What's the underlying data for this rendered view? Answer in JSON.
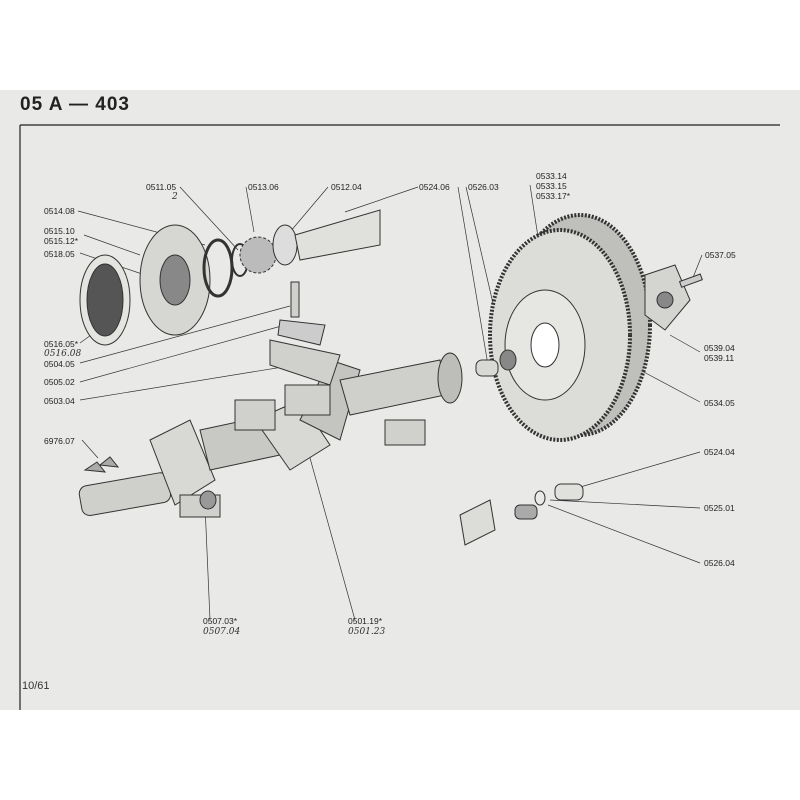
{
  "header": {
    "title": "05 A — 403",
    "folio": "10/61"
  },
  "labels": {
    "l0511": "0511.05",
    "l0511_hw": "2",
    "l0513": "0513.06",
    "l0512": "0512.04",
    "l0524_06": "0524.06",
    "l0526_03": "0526.03",
    "l0533a": "0533.14",
    "l0533b": "0533.15",
    "l0533c": "0533.17*",
    "l0514": "0514.08",
    "l0515a": "0515.10",
    "l0515b": "0515.12*",
    "l0518": "0518.05",
    "l0516a": "0516.05*",
    "l0516b": "0516.08",
    "l0504": "0504.05",
    "l0505": "0505.02",
    "l0503": "0503.04",
    "l0537": "0537.05",
    "l0539a": "0539.04",
    "l0539b": "0539.11",
    "l0534": "0534.05",
    "l6976": "6976.07",
    "l0524_04": "0524.04",
    "l0525": "0525.01",
    "l0526_04": "0526.04",
    "l0507a": "0507.03*",
    "l0507b": "0507.04",
    "l0501a": "0501.19*",
    "l0501b": "0501.23"
  }
}
